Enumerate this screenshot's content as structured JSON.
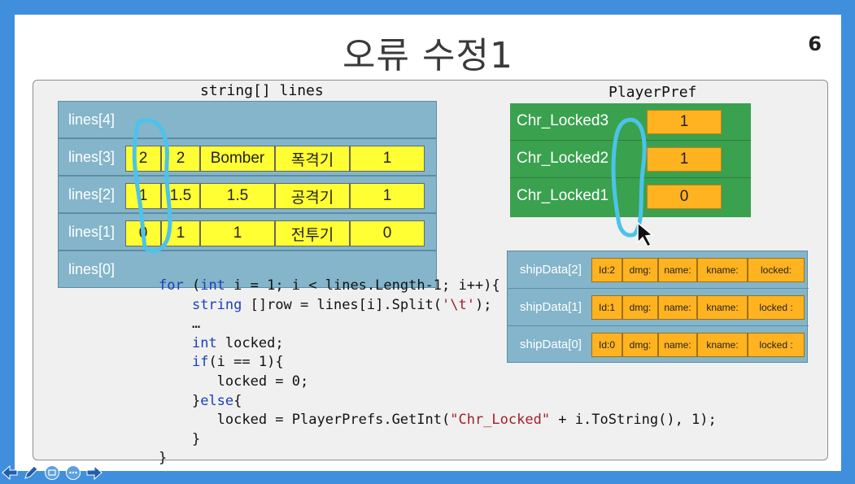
{
  "slide": {
    "title": "오류 수정1",
    "page_number": "6"
  },
  "lines_panel": {
    "label": "string[] lines",
    "rows": [
      {
        "label": "lines[4]",
        "cells": []
      },
      {
        "label": "lines[3]",
        "cells": [
          "2",
          "2",
          "Bomber",
          "폭격기",
          "1"
        ]
      },
      {
        "label": "lines[2]",
        "cells": [
          "1",
          "1.5",
          "1.5",
          "공격기",
          "1"
        ]
      },
      {
        "label": "lines[1]",
        "cells": [
          "0",
          "1",
          "1",
          "전투기",
          "0"
        ]
      },
      {
        "label": "lines[0]",
        "cells": []
      }
    ]
  },
  "playerpref_panel": {
    "label": "PlayerPref",
    "rows": [
      {
        "key": "Chr_Locked3",
        "value": "1"
      },
      {
        "key": "Chr_Locked2",
        "value": "1"
      },
      {
        "key": "Chr_Locked1",
        "value": "0"
      }
    ]
  },
  "shipdata_panel": {
    "rows": [
      {
        "label": "shipData[2]",
        "cells": [
          "Id:2",
          "dmg:",
          "name:",
          "kname:",
          "locked:"
        ]
      },
      {
        "label": "shipData[1]",
        "cells": [
          "Id:1",
          "dmg:",
          "name:",
          "kname:",
          "locked :"
        ]
      },
      {
        "label": "shipData[0]",
        "cells": [
          "Id:0",
          "dmg:",
          "name:",
          "kname:",
          "locked :"
        ]
      }
    ]
  },
  "code": {
    "lines": [
      "for (int i = 1; i < lines.Length-1; i++){",
      "    string []row = lines[i].Split('\\t');",
      "    …",
      "    int locked;",
      "    if(i == 1){",
      "       locked = 0;",
      "    }else{",
      "       locked = PlayerPrefs.GetInt(\"Chr_Locked\" + i.ToString(), 1);",
      "    }",
      "}"
    ]
  },
  "colors": {
    "frame_blue": "#3f8fdc",
    "table_blue": "#84b5ca",
    "cell_yellow": "#ffff33",
    "pref_green": "#3aa14f",
    "cell_orange": "#ffb321",
    "marker_cyan": "#4cc3ea"
  },
  "nav_icons": [
    "arrow-left-icon",
    "pen-icon",
    "slide-icon",
    "more-icon",
    "arrow-right-icon"
  ]
}
